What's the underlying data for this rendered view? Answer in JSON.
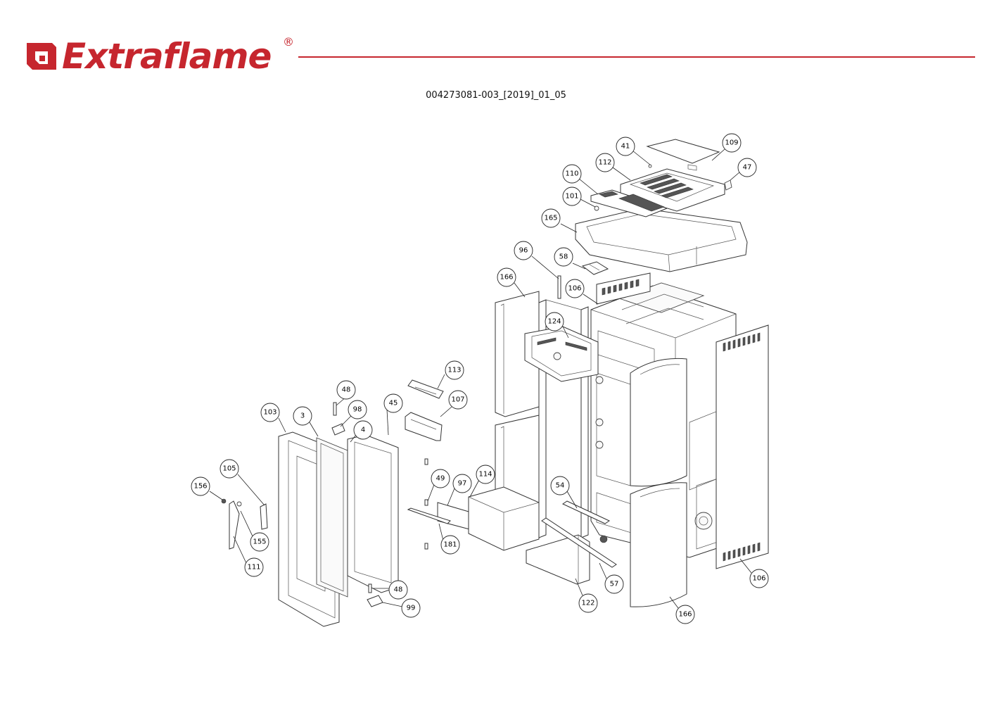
{
  "brand": {
    "name": "Extraflame",
    "registered_mark": "®",
    "color": "#c6262e"
  },
  "document": {
    "code": "004273081-003_[2019]_01_05"
  },
  "callouts": [
    "41",
    "109",
    "112",
    "47",
    "110",
    "101",
    "165",
    "96",
    "58",
    "166",
    "106",
    "124",
    "113",
    "48",
    "98",
    "107",
    "45",
    "103",
    "3",
    "4",
    "105",
    "156",
    "49",
    "97",
    "114",
    "54",
    "155",
    "181",
    "111",
    "48",
    "99",
    "122",
    "57",
    "166",
    "106"
  ]
}
